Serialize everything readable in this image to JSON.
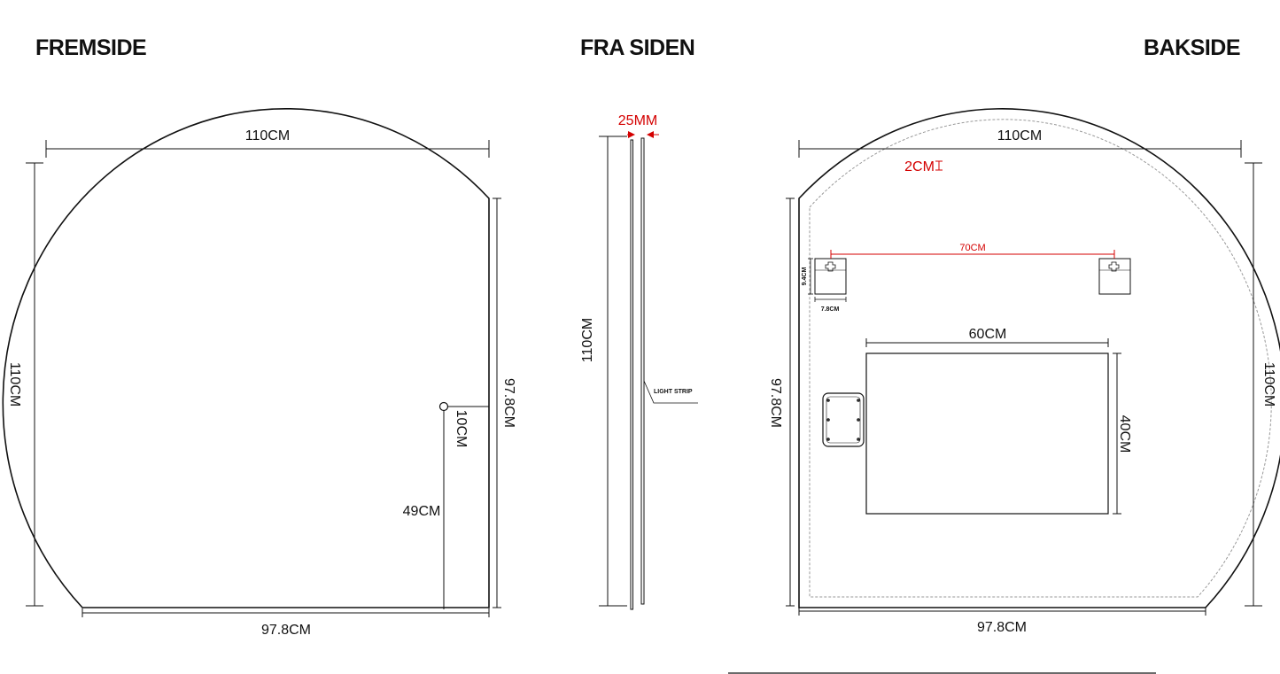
{
  "headings": {
    "front": "FREMSIDE",
    "side": "FRA SIDEN",
    "back": "BAKSIDE"
  },
  "front": {
    "width_top": "110CM",
    "height_left": "110CM",
    "height_right": "97.8CM",
    "width_bottom": "97.8CM",
    "sensor_height": "49CM",
    "sensor_offset": "10CM"
  },
  "side": {
    "thickness": "25MM",
    "height": "110CM",
    "light_strip": "LIGHT STRIP"
  },
  "back": {
    "width_top": "110CM",
    "edge_inset": "2CM",
    "hook_spacing": "70CM",
    "hook_height": "9.4CM",
    "hook_width": "7.8CM",
    "box_width": "60CM",
    "box_height": "40CM",
    "height_left": "97.8CM",
    "height_right": "110CM",
    "width_bottom": "97.8CM"
  },
  "colors": {
    "line": "#111111",
    "accent": "#d40000"
  }
}
